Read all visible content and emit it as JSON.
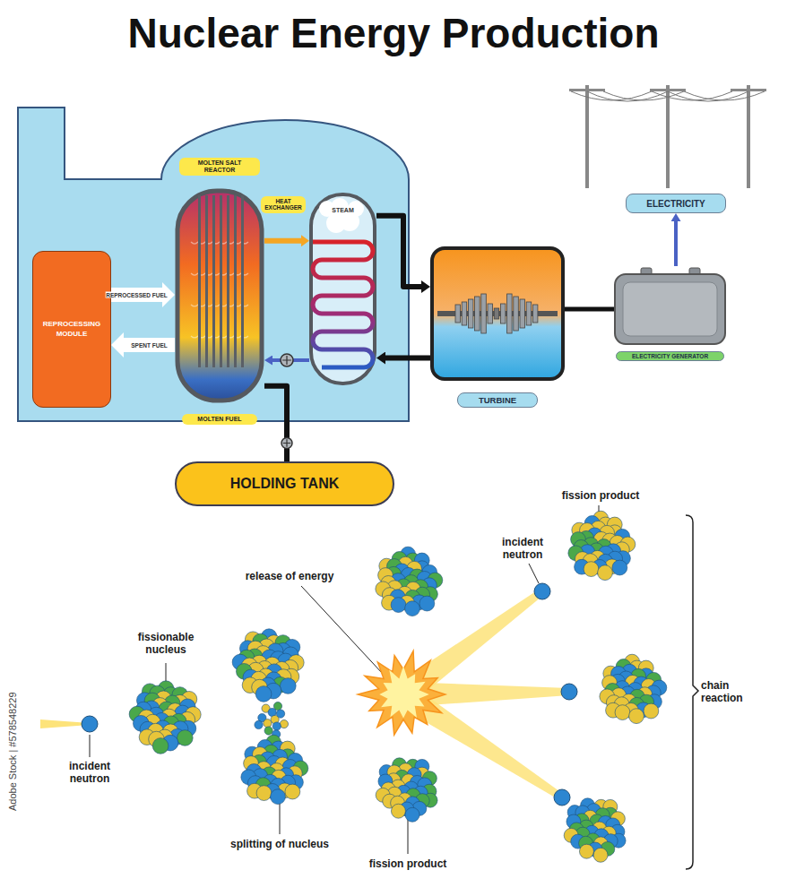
{
  "diagram": {
    "title": "Nuclear Energy Production",
    "nodes": [
      {
        "text": [
          "REPROCESSING MODULE"
        ]
      },
      {
        "text": [
          "MOLTEN SALT REACTOR",
          "MOLTEN FUEL"
        ]
      },
      {
        "text": [
          "HEAT EXCHANGER",
          "STEAM"
        ]
      },
      {
        "text": [
          "TURBINE"
        ]
      },
      {
        "text": [
          "ELECTRICITY GENERATOR"
        ]
      },
      {
        "text": [
          "ELECTRICITY"
        ]
      },
      {
        "text": [
          "HOLDING TANK"
        ]
      }
    ],
    "edges": [
      {
        "from": 0,
        "to": 1,
        "arrow": "to",
        "label": "REPROCESSED FUEL"
      },
      {
        "from": 1,
        "to": 0,
        "arrow": "to",
        "label": "SPENT FUEL"
      },
      {
        "from": 1,
        "to": 2,
        "arrow": "to"
      },
      {
        "from": 2,
        "to": 3,
        "arrow": "to"
      },
      {
        "from": 3,
        "to": 2,
        "arrow": "to"
      },
      {
        "from": 2,
        "to": 1,
        "arrow": "to"
      },
      {
        "from": 3,
        "to": 4,
        "arrow": "none"
      },
      {
        "from": 4,
        "to": 5,
        "arrow": "to"
      },
      {
        "from": 1,
        "to": 6,
        "arrow": "none"
      }
    ],
    "labels": [
      "fission product",
      "incident neutron",
      "release of energy",
      "fissionable nucleus",
      "chain reaction",
      "incident neutron",
      "splitting of nucleus",
      "fission product",
      "Adobe Stock | #578548229"
    ]
  }
}
